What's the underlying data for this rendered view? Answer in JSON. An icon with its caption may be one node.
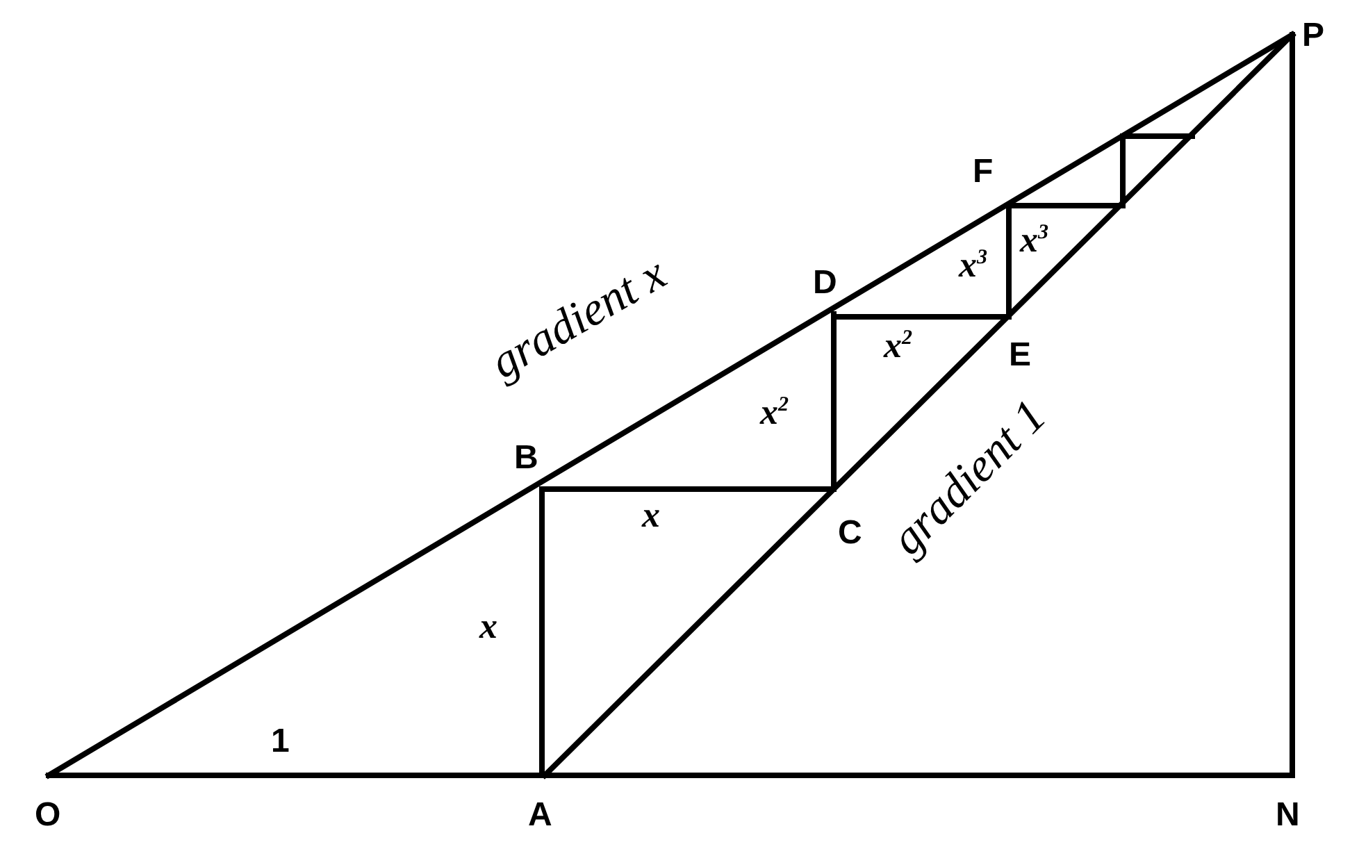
{
  "diagram": {
    "labels": [
      "P",
      "F",
      "gradient x",
      "D",
      "x$^{3}$",
      "x$^{3}$",
      "x$^{2}$",
      "E",
      "gradient 1",
      "x$^{2}$",
      "B",
      "x",
      "C",
      "x",
      "1",
      "O",
      "A",
      "N"
    ]
  }
}
